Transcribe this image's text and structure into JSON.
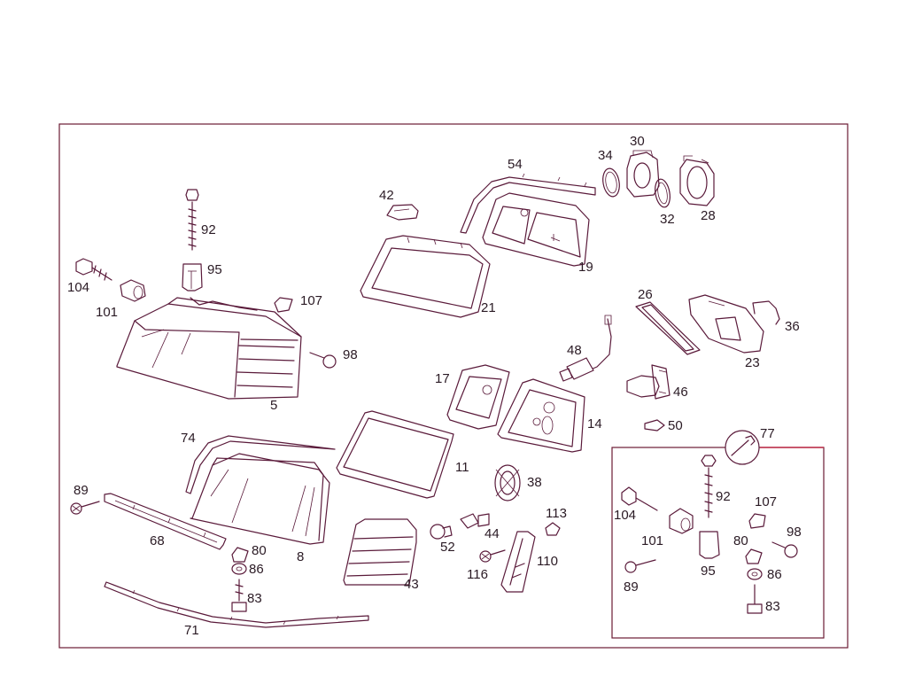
{
  "colors": {
    "line": "#5a1a3a",
    "frame": "#6b1a34",
    "accent": "#c0304a",
    "label": "#2a1a24"
  },
  "icons": {
    "kit_symbol": "wrench-icon"
  },
  "parts": [
    {
      "id": "5",
      "label": "5"
    },
    {
      "id": "8",
      "label": "8"
    },
    {
      "id": "11",
      "label": "11"
    },
    {
      "id": "14",
      "label": "14"
    },
    {
      "id": "17",
      "label": "17"
    },
    {
      "id": "19",
      "label": "19"
    },
    {
      "id": "21",
      "label": "21"
    },
    {
      "id": "23",
      "label": "23"
    },
    {
      "id": "26",
      "label": "26"
    },
    {
      "id": "28",
      "label": "28"
    },
    {
      "id": "30",
      "label": "30"
    },
    {
      "id": "32",
      "label": "32"
    },
    {
      "id": "34",
      "label": "34"
    },
    {
      "id": "36",
      "label": "36"
    },
    {
      "id": "38",
      "label": "38"
    },
    {
      "id": "42",
      "label": "42"
    },
    {
      "id": "43",
      "label": "43"
    },
    {
      "id": "44",
      "label": "44"
    },
    {
      "id": "46",
      "label": "46"
    },
    {
      "id": "48",
      "label": "48"
    },
    {
      "id": "50",
      "label": "50"
    },
    {
      "id": "52",
      "label": "52"
    },
    {
      "id": "54",
      "label": "54"
    },
    {
      "id": "68",
      "label": "68"
    },
    {
      "id": "71",
      "label": "71"
    },
    {
      "id": "74",
      "label": "74"
    },
    {
      "id": "77",
      "label": "77"
    },
    {
      "id": "80",
      "label": "80"
    },
    {
      "id": "83",
      "label": "83"
    },
    {
      "id": "86",
      "label": "86"
    },
    {
      "id": "89",
      "label": "89"
    },
    {
      "id": "92",
      "label": "92"
    },
    {
      "id": "95",
      "label": "95"
    },
    {
      "id": "98",
      "label": "98"
    },
    {
      "id": "101",
      "label": "101"
    },
    {
      "id": "104",
      "label": "104"
    },
    {
      "id": "107",
      "label": "107"
    },
    {
      "id": "110",
      "label": "110"
    },
    {
      "id": "113",
      "label": "113"
    },
    {
      "id": "116",
      "label": "116"
    }
  ],
  "kit_parts": [
    {
      "id": "92",
      "label": "92"
    },
    {
      "id": "104",
      "label": "104"
    },
    {
      "id": "107",
      "label": "107"
    },
    {
      "id": "101",
      "label": "101"
    },
    {
      "id": "80",
      "label": "80"
    },
    {
      "id": "98",
      "label": "98"
    },
    {
      "id": "95",
      "label": "95"
    },
    {
      "id": "86",
      "label": "86"
    },
    {
      "id": "89",
      "label": "89"
    },
    {
      "id": "83",
      "label": "83"
    }
  ]
}
